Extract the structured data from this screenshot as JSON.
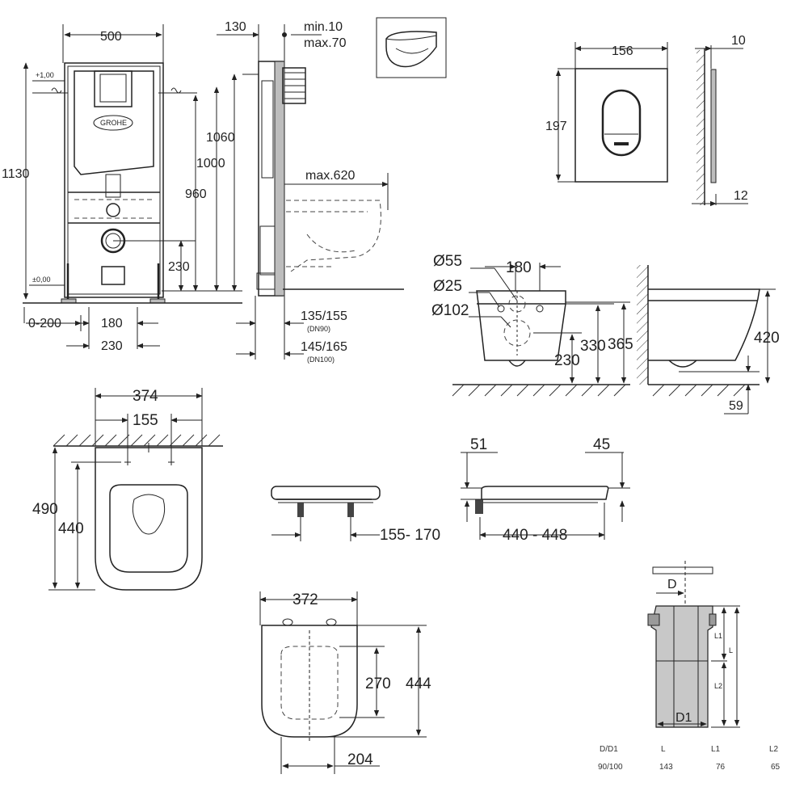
{
  "frame_front": {
    "width": "500",
    "height": "1130",
    "h1060": "1060",
    "h1000": "1000",
    "h960": "960",
    "h230": "230",
    "w180": "180",
    "w230": "230",
    "offset": "0-200",
    "plus": "+1,00",
    "zero": "±0,00",
    "brand": "GROHE"
  },
  "frame_side": {
    "d130": "130",
    "min": "min.10",
    "max": "max.70",
    "maxreach": "max.620",
    "d135": "135/155",
    "dn90": "(DN90)",
    "d145": "145/165",
    "dn100": "(DN100)"
  },
  "plate": {
    "width": "156",
    "height": "197",
    "depth1": "10",
    "depth2": "12"
  },
  "bowl_side": {
    "d55": "Ø55",
    "d25": "Ø25",
    "d102": "Ø102",
    "spacing": "180",
    "h230": "230",
    "h330": "330",
    "h365": "365",
    "h420": "420",
    "h59": "59"
  },
  "bowl_top": {
    "w374": "374",
    "w155": "155",
    "l490": "490",
    "l440": "440"
  },
  "seat_side": {
    "range1": "155- 170",
    "range2": "440 - 448",
    "d51": "51",
    "d45": "45"
  },
  "seat_top": {
    "w372": "372",
    "w270": "270",
    "l444": "444",
    "w204": "204"
  },
  "pipe": {
    "label_d": "D",
    "label_d1": "D1",
    "label_l": "L",
    "label_l1": "L1",
    "label_l2": "L2",
    "table_headers": [
      "D/D1",
      "L",
      "L1",
      "L2"
    ],
    "table_row": [
      "90/100",
      "143",
      "76",
      "65"
    ]
  }
}
